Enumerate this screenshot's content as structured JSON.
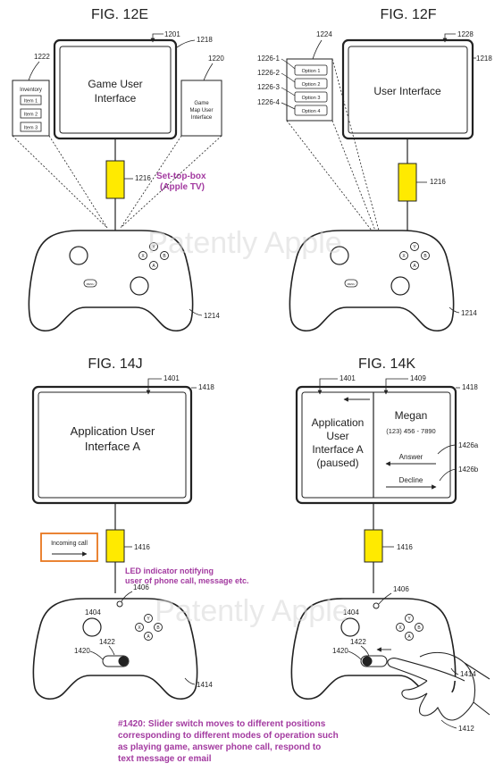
{
  "figures": {
    "fig_12e": {
      "title": "FIG. 12E",
      "screen_ref": "1201",
      "display_ref": "1218",
      "screen_label_line1": "Game User",
      "screen_label_line2": "Interface",
      "inventory_ref": "1222",
      "inventory_title": "Inventory",
      "inventory_items": [
        "Item 1",
        "Item 2",
        "Item 3"
      ],
      "map_ref": "1220",
      "map_line1": "Game",
      "map_line2": "Map User",
      "map_line3": "Interface",
      "stb_ref": "1216",
      "stb_note_line1": "Set-top-box",
      "stb_note_line2": "(Apple TV)",
      "controller_ref": "1214"
    },
    "fig_12f": {
      "title": "FIG. 12F",
      "menu_ref": "1224",
      "option_refs": [
        "1226-1",
        "1226-2",
        "1226-3",
        "1226-4"
      ],
      "options": [
        "Option 1",
        "Option 2",
        "Option 3",
        "Option 4"
      ],
      "screen_ref": "1228",
      "display_ref": "1218",
      "screen_label": "User Interface",
      "stb_ref": "1216",
      "controller_ref": "1214"
    },
    "fig_14j": {
      "title": "FIG. 14J",
      "screen_ref": "1401",
      "display_ref": "1418",
      "screen_label_line1": "Application User",
      "screen_label_line2": "Interface A",
      "incoming_call": "Incoming call",
      "stb_ref": "1416",
      "led_note_line1": "LED indicator notifying",
      "led_note_line2": "user of phone call, message etc.",
      "led_ref": "1406",
      "button_ref": "1404",
      "slider_ref": "1422",
      "slider_group_ref": "1420",
      "controller_ref": "1414"
    },
    "fig_14k": {
      "title": "FIG. 14K",
      "screen_ref": "1401",
      "panel_ref": "1409",
      "display_ref": "1418",
      "left_line1": "Application",
      "left_line2": "User",
      "left_line3": "Interface A",
      "left_line4": "(paused)",
      "caller_name": "Megan",
      "caller_number": "(123) 456 - 7890",
      "answer_label": "Answer",
      "answer_ref": "1426a",
      "decline_label": "Decline",
      "decline_ref": "1426b",
      "stb_ref": "1416",
      "led_ref": "1406",
      "button_ref": "1404",
      "slider_ref": "1422",
      "slider_group_ref": "1420",
      "controller_ref": "1414",
      "hand_ref": "1412"
    }
  },
  "controller_labels": {
    "menu": "MENU",
    "y": "Y",
    "x": "X",
    "b": "B",
    "a": "A"
  },
  "watermark": "Patently Apple",
  "caption": {
    "line1": "#1420: Slider switch moves to different positions",
    "line2": "corresponding to different modes of operation such",
    "line3": "as playing game, answer phone call, respond to",
    "line4": "text message or email"
  },
  "colors": {
    "ink": "#222222",
    "stb_fill": "#ffea00",
    "annotation": "#a33aa0",
    "incoming_border": "#e8761e",
    "watermark": "#d8d8d8"
  }
}
